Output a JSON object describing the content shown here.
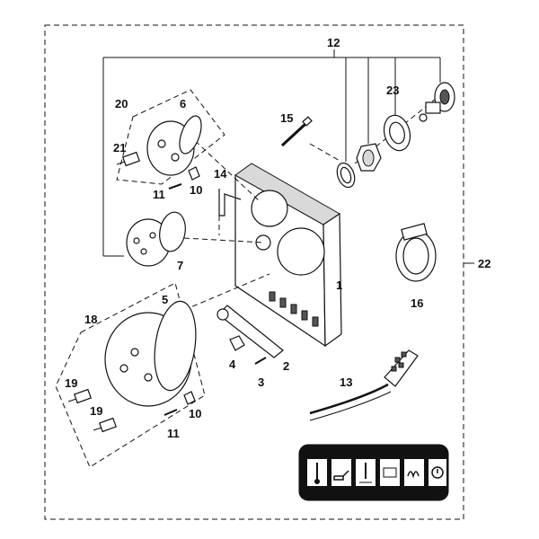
{
  "diagram": {
    "labels": {
      "p1": "1",
      "p2": "2",
      "p3": "3",
      "p4": "4",
      "p5": "5",
      "p6": "6",
      "p7": "7",
      "p10a": "10",
      "p10b": "10",
      "p11a": "11",
      "p11b": "11",
      "p12": "12",
      "p13": "13",
      "p14": "14",
      "p15": "15",
      "p16": "16",
      "p18": "18",
      "p19a": "19",
      "p19b": "19",
      "p20": "20",
      "p21": "21",
      "p22": "22",
      "p23": "23"
    },
    "icon_panel": {
      "icons": [
        "temperature-icon",
        "oil-can-icon",
        "thermometer-icon",
        "battery-icon",
        "glow-plug-icon",
        "brake-warning-icon"
      ]
    }
  }
}
